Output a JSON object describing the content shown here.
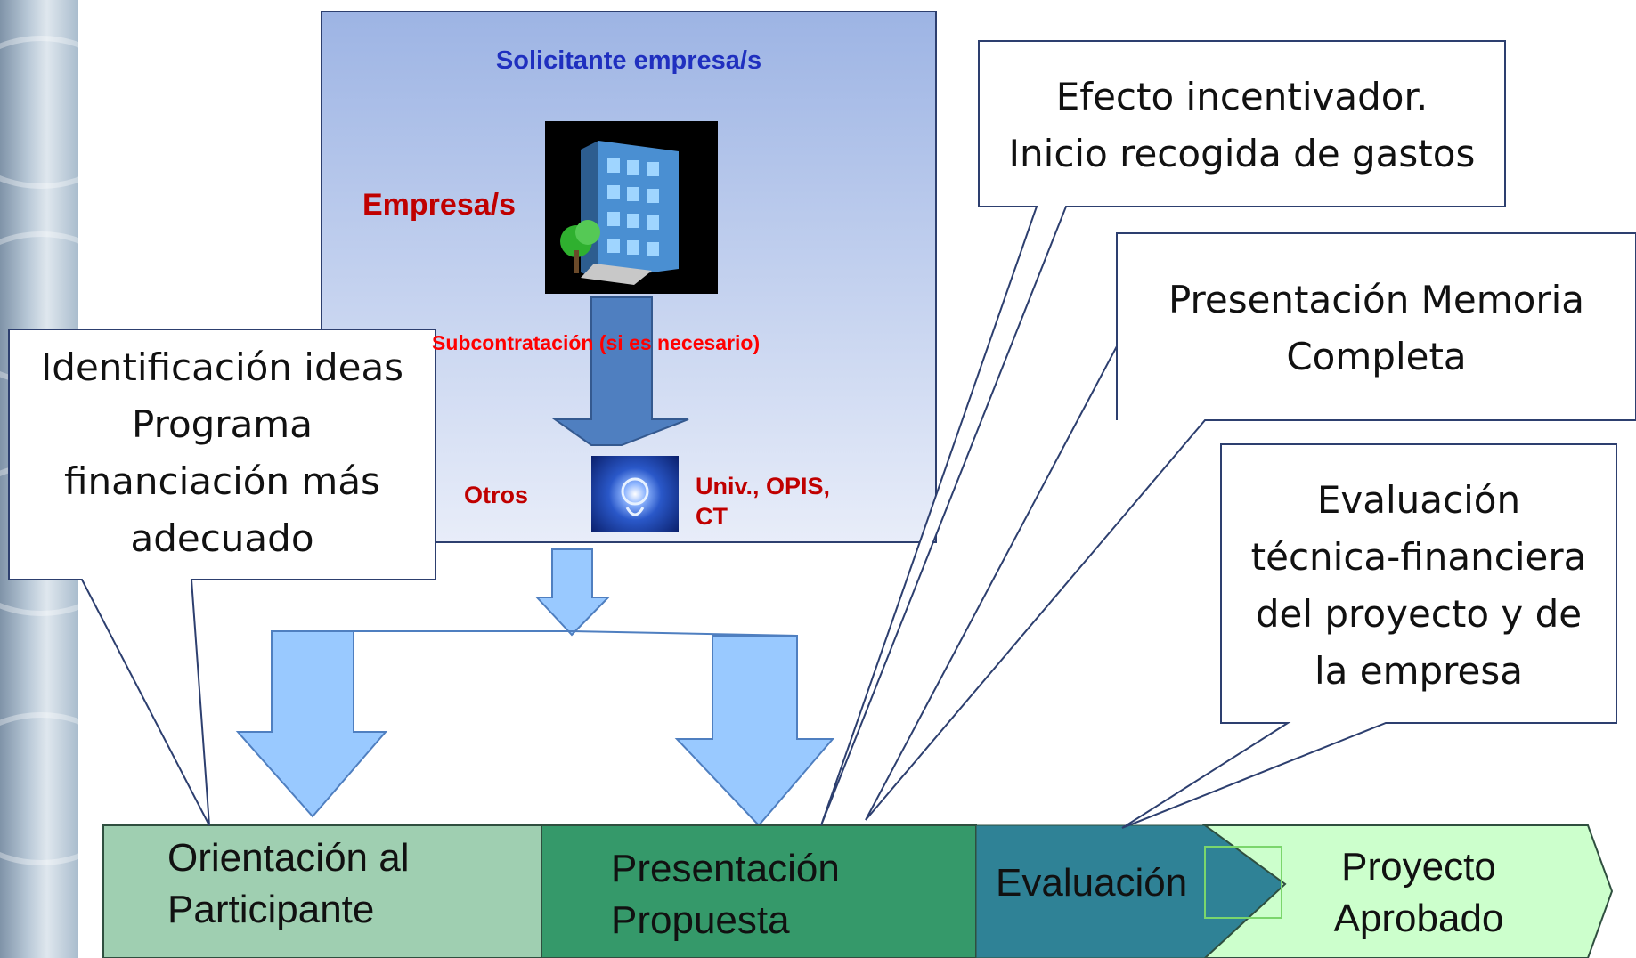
{
  "applicant_box": {
    "title": "Solicitante empresa/s",
    "company_label": "Empresa/s",
    "subcontract_label": "Subcontratación (si es necesario)",
    "others_label": "Otros",
    "entities_label_line1": "Univ., OPIS,",
    "entities_label_line2": "CT"
  },
  "icons": {
    "building": "office-building-icon",
    "globe": "globe-hand-icon"
  },
  "callouts": {
    "ideas": [
      "Identificación ideas",
      "Programa",
      "financiación más",
      "adecuado"
    ],
    "incentive": [
      "Efecto incentivador.",
      "Inicio recogida de gastos"
    ],
    "report": [
      "Presentación Memoria",
      "Completa"
    ],
    "evaluation": [
      "Evaluación",
      "técnica-financiera",
      "del proyecto y de",
      "la empresa"
    ]
  },
  "stages": {
    "orientation": [
      "Orientación al",
      "Participante"
    ],
    "proposal": [
      "Presentación",
      "Propuesta"
    ],
    "evaluation": "Evaluación",
    "approved": [
      "Proyecto",
      "Aprobado"
    ]
  },
  "colors": {
    "applicant_box_top": "#9db4e4",
    "applicant_box_bottom": "#e8edf9",
    "title_blue": "#1f2fbf",
    "label_dark_red": "#c00000",
    "label_red": "#ff0000",
    "down_arrow": "#4f7fc0",
    "light_arrow": "#99c9ff",
    "stage_orientation": "#9fcfb1",
    "stage_proposal": "#35996a",
    "stage_evaluation": "#2f8296",
    "stage_approved": "#ccffcc",
    "callout_border": "#2d3f6f"
  }
}
